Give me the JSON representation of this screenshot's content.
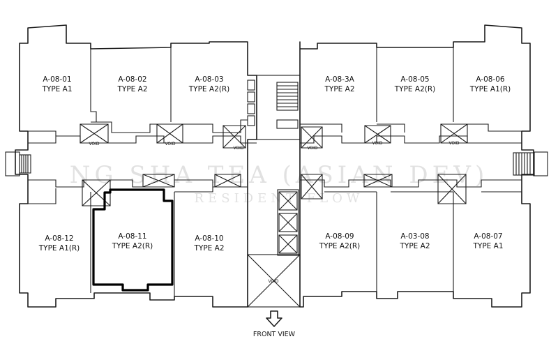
{
  "units": [
    {
      "id": "A-08-01",
      "type": "TYPE A1"
    },
    {
      "id": "A-08-02",
      "type": "TYPE A2"
    },
    {
      "id": "A-08-03",
      "type": "TYPE A2(R)"
    },
    {
      "id": "A-08-3A",
      "type": "TYPE A2"
    },
    {
      "id": "A-08-05",
      "type": "TYPE A2(R)"
    },
    {
      "id": "A-08-06",
      "type": "TYPE A1(R)"
    },
    {
      "id": "A-08-12",
      "type": "TYPE A1(R)"
    },
    {
      "id": "A-08-11",
      "type": "TYPE A2(R)"
    },
    {
      "id": "A-08-10",
      "type": "TYPE A2"
    },
    {
      "id": "A-08-09",
      "type": "TYPE A2(R)"
    },
    {
      "id": "A-03-08",
      "type": "TYPE A2"
    },
    {
      "id": "A-08-07",
      "type": "TYPE A1"
    }
  ],
  "highlighted_unit": "A-08-11",
  "void_label": "VOID",
  "front_view_label": "FRONT VIEW",
  "watermark": {
    "line1": "NG SHA TEA (ASIAN DEV)",
    "line2": "RESIDENT FLOW"
  }
}
